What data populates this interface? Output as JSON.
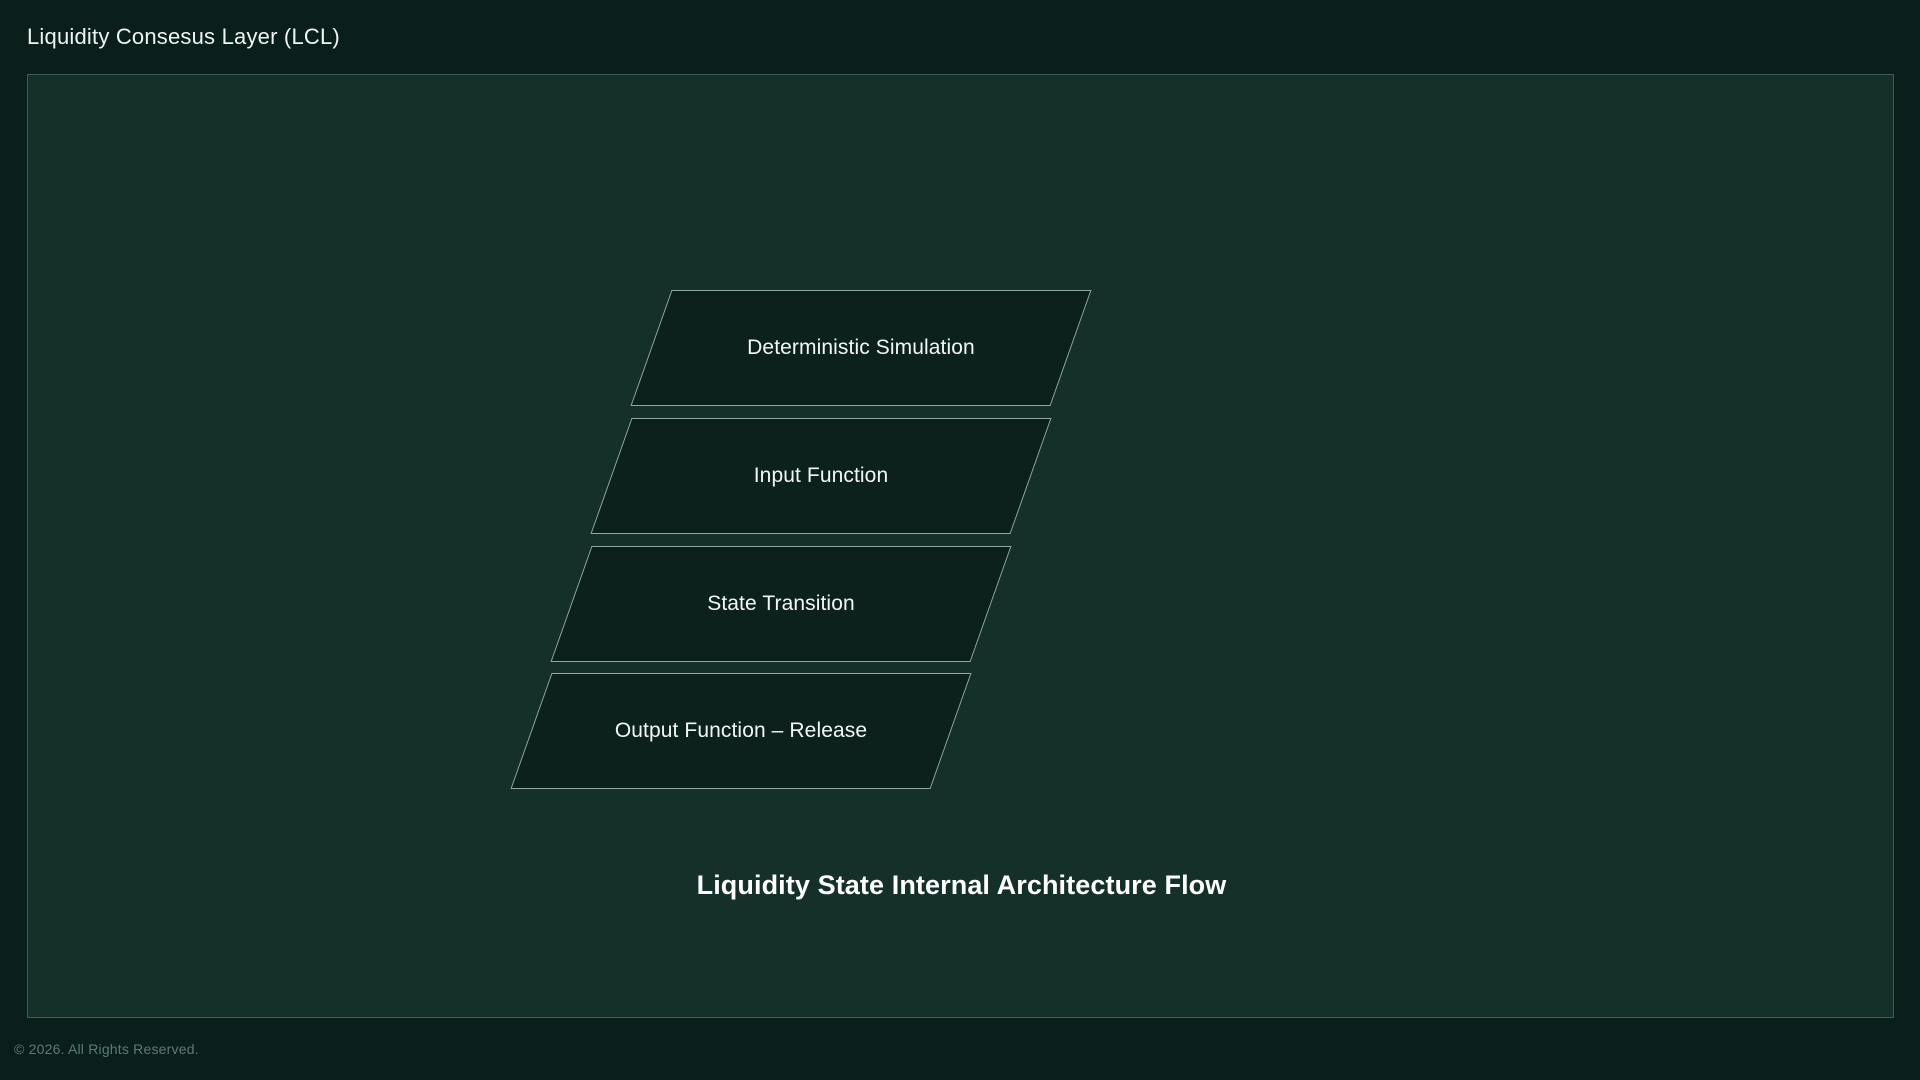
{
  "header": {
    "title": "Liquidity Consesus Layer (LCL)"
  },
  "main": {
    "caption": "Liquidity State Internal Architecture Flow",
    "flow": {
      "steps": [
        {
          "label": "Deterministic Simulation"
        },
        {
          "label": "Input Function"
        },
        {
          "label": "State Transition"
        },
        {
          "label": "Output Function – Release"
        }
      ]
    }
  },
  "footer": {
    "copyright": "© 2026. All Rights Reserved."
  },
  "colors": {
    "page_background": "#0a1f1c",
    "card_background": "#143029",
    "card_border": "#3f5d56",
    "shape_fill": "#0c211c",
    "shape_border": "#92aaa3",
    "text_primary": "#f2f7f6",
    "caption_text": "#ffffff",
    "footer_text": "#5c7b74"
  }
}
